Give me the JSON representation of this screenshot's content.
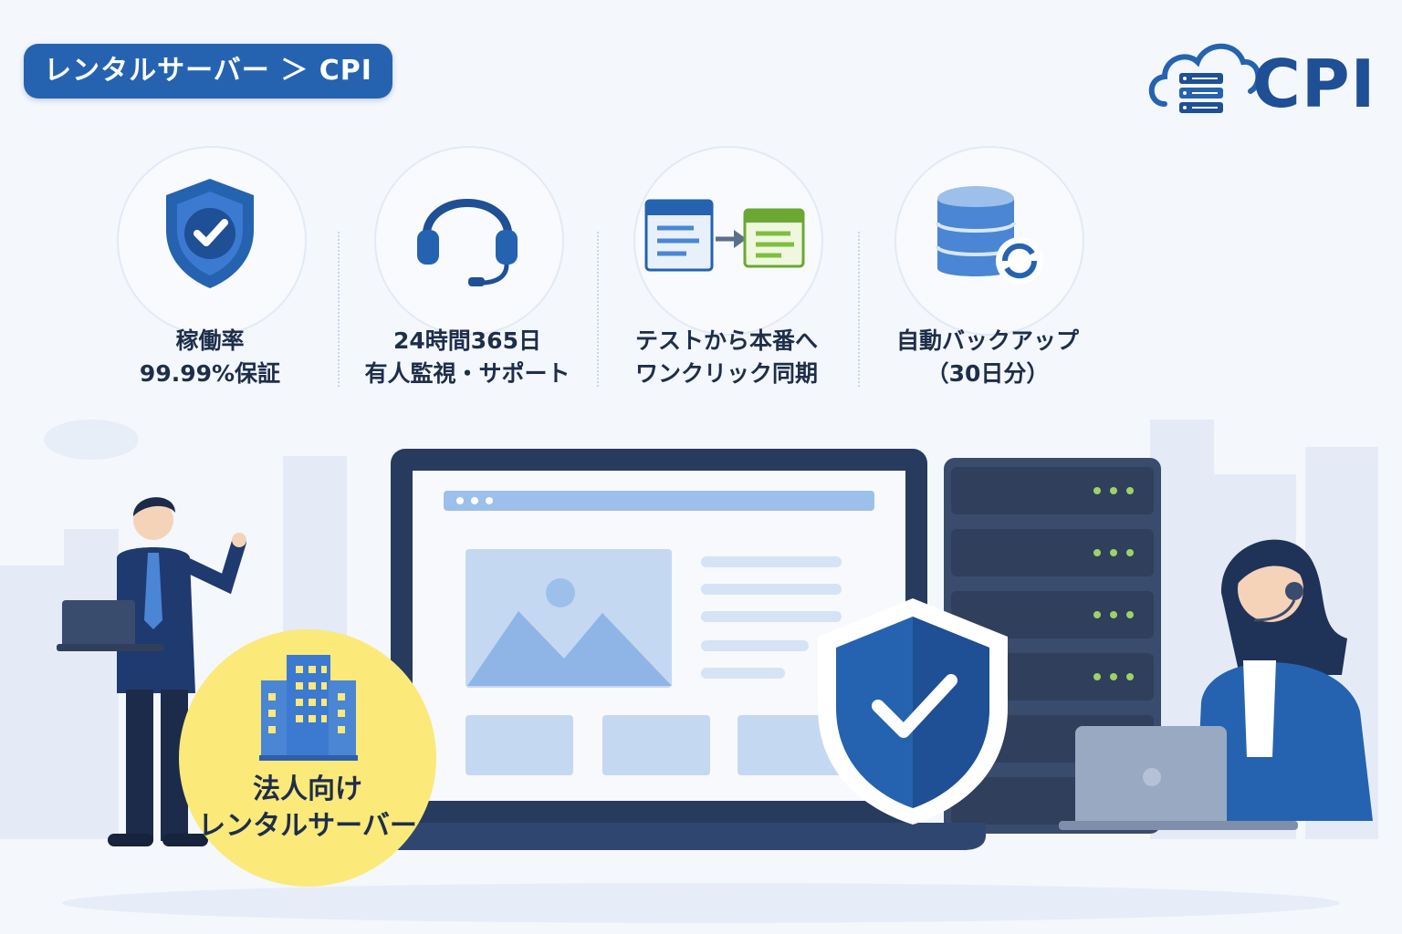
{
  "breadcrumb": "レンタルサーバー ＞ CPI",
  "logo": {
    "text": "CPI",
    "icon": "cloud-server-icon"
  },
  "features": [
    {
      "icon": "shield-check-icon",
      "line1": "稼働率",
      "line2": "99.99%保証"
    },
    {
      "icon": "headset-icon",
      "line1": "24時間365日",
      "line2": "有人監視・サポート"
    },
    {
      "icon": "window-sync-icon",
      "line1": "テストから本番へ",
      "line2": "ワンクリック同期"
    },
    {
      "icon": "database-backup-icon",
      "line1": "自動バックアップ",
      "line2": "（30日分）"
    }
  ],
  "badge": {
    "line1": "法人向け",
    "line2": "レンタルサーバー",
    "icon": "office-building-icon"
  },
  "colors": {
    "primary": "#2563b0",
    "navy": "#1f4f94",
    "light_blue": "#c5d8f2",
    "yellow": "#fbe97a",
    "server": "#3a4c6d"
  }
}
